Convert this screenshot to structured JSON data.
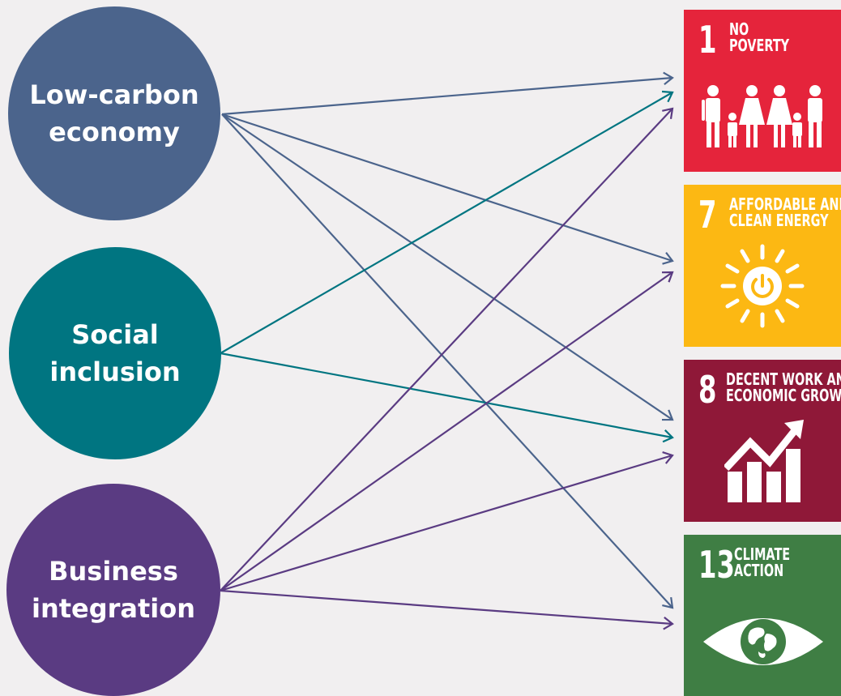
{
  "pillars": [
    {
      "id": "low_carbon",
      "line1": "Low-carbon",
      "line2": "economy",
      "color": "#4b648c"
    },
    {
      "id": "social_inclusion",
      "line1": "Social",
      "line2": "inclusion",
      "color": "#007581"
    },
    {
      "id": "business_integration",
      "line1": "Business",
      "line2": "integration",
      "color": "#5a3b82"
    }
  ],
  "goals": [
    {
      "id": "sdg1",
      "number": "1",
      "title_line1": "NO",
      "title_line2": "POVERTY",
      "color": "#e5243b",
      "icon": "family-icon"
    },
    {
      "id": "sdg7",
      "number": "7",
      "title_line1": "AFFORDABLE AND",
      "title_line2": "CLEAN ENERGY",
      "color": "#fcb813",
      "icon": "sun-power-icon"
    },
    {
      "id": "sdg8",
      "number": "8",
      "title_line1": "DECENT WORK AND",
      "title_line2": "ECONOMIC GROWTH",
      "color": "#8f1838",
      "icon": "growth-chart-icon"
    },
    {
      "id": "sdg13",
      "number": "13",
      "title_line1": "CLIMATE",
      "title_line2": "ACTION",
      "color": "#3f7e44",
      "icon": "eye-globe-icon"
    }
  ],
  "links": [
    {
      "from": "low_carbon",
      "to": "sdg1"
    },
    {
      "from": "low_carbon",
      "to": "sdg7"
    },
    {
      "from": "low_carbon",
      "to": "sdg8"
    },
    {
      "from": "low_carbon",
      "to": "sdg13"
    },
    {
      "from": "social_inclusion",
      "to": "sdg1"
    },
    {
      "from": "social_inclusion",
      "to": "sdg8"
    },
    {
      "from": "business_integration",
      "to": "sdg1"
    },
    {
      "from": "business_integration",
      "to": "sdg7"
    },
    {
      "from": "business_integration",
      "to": "sdg8"
    },
    {
      "from": "business_integration",
      "to": "sdg13"
    }
  ]
}
